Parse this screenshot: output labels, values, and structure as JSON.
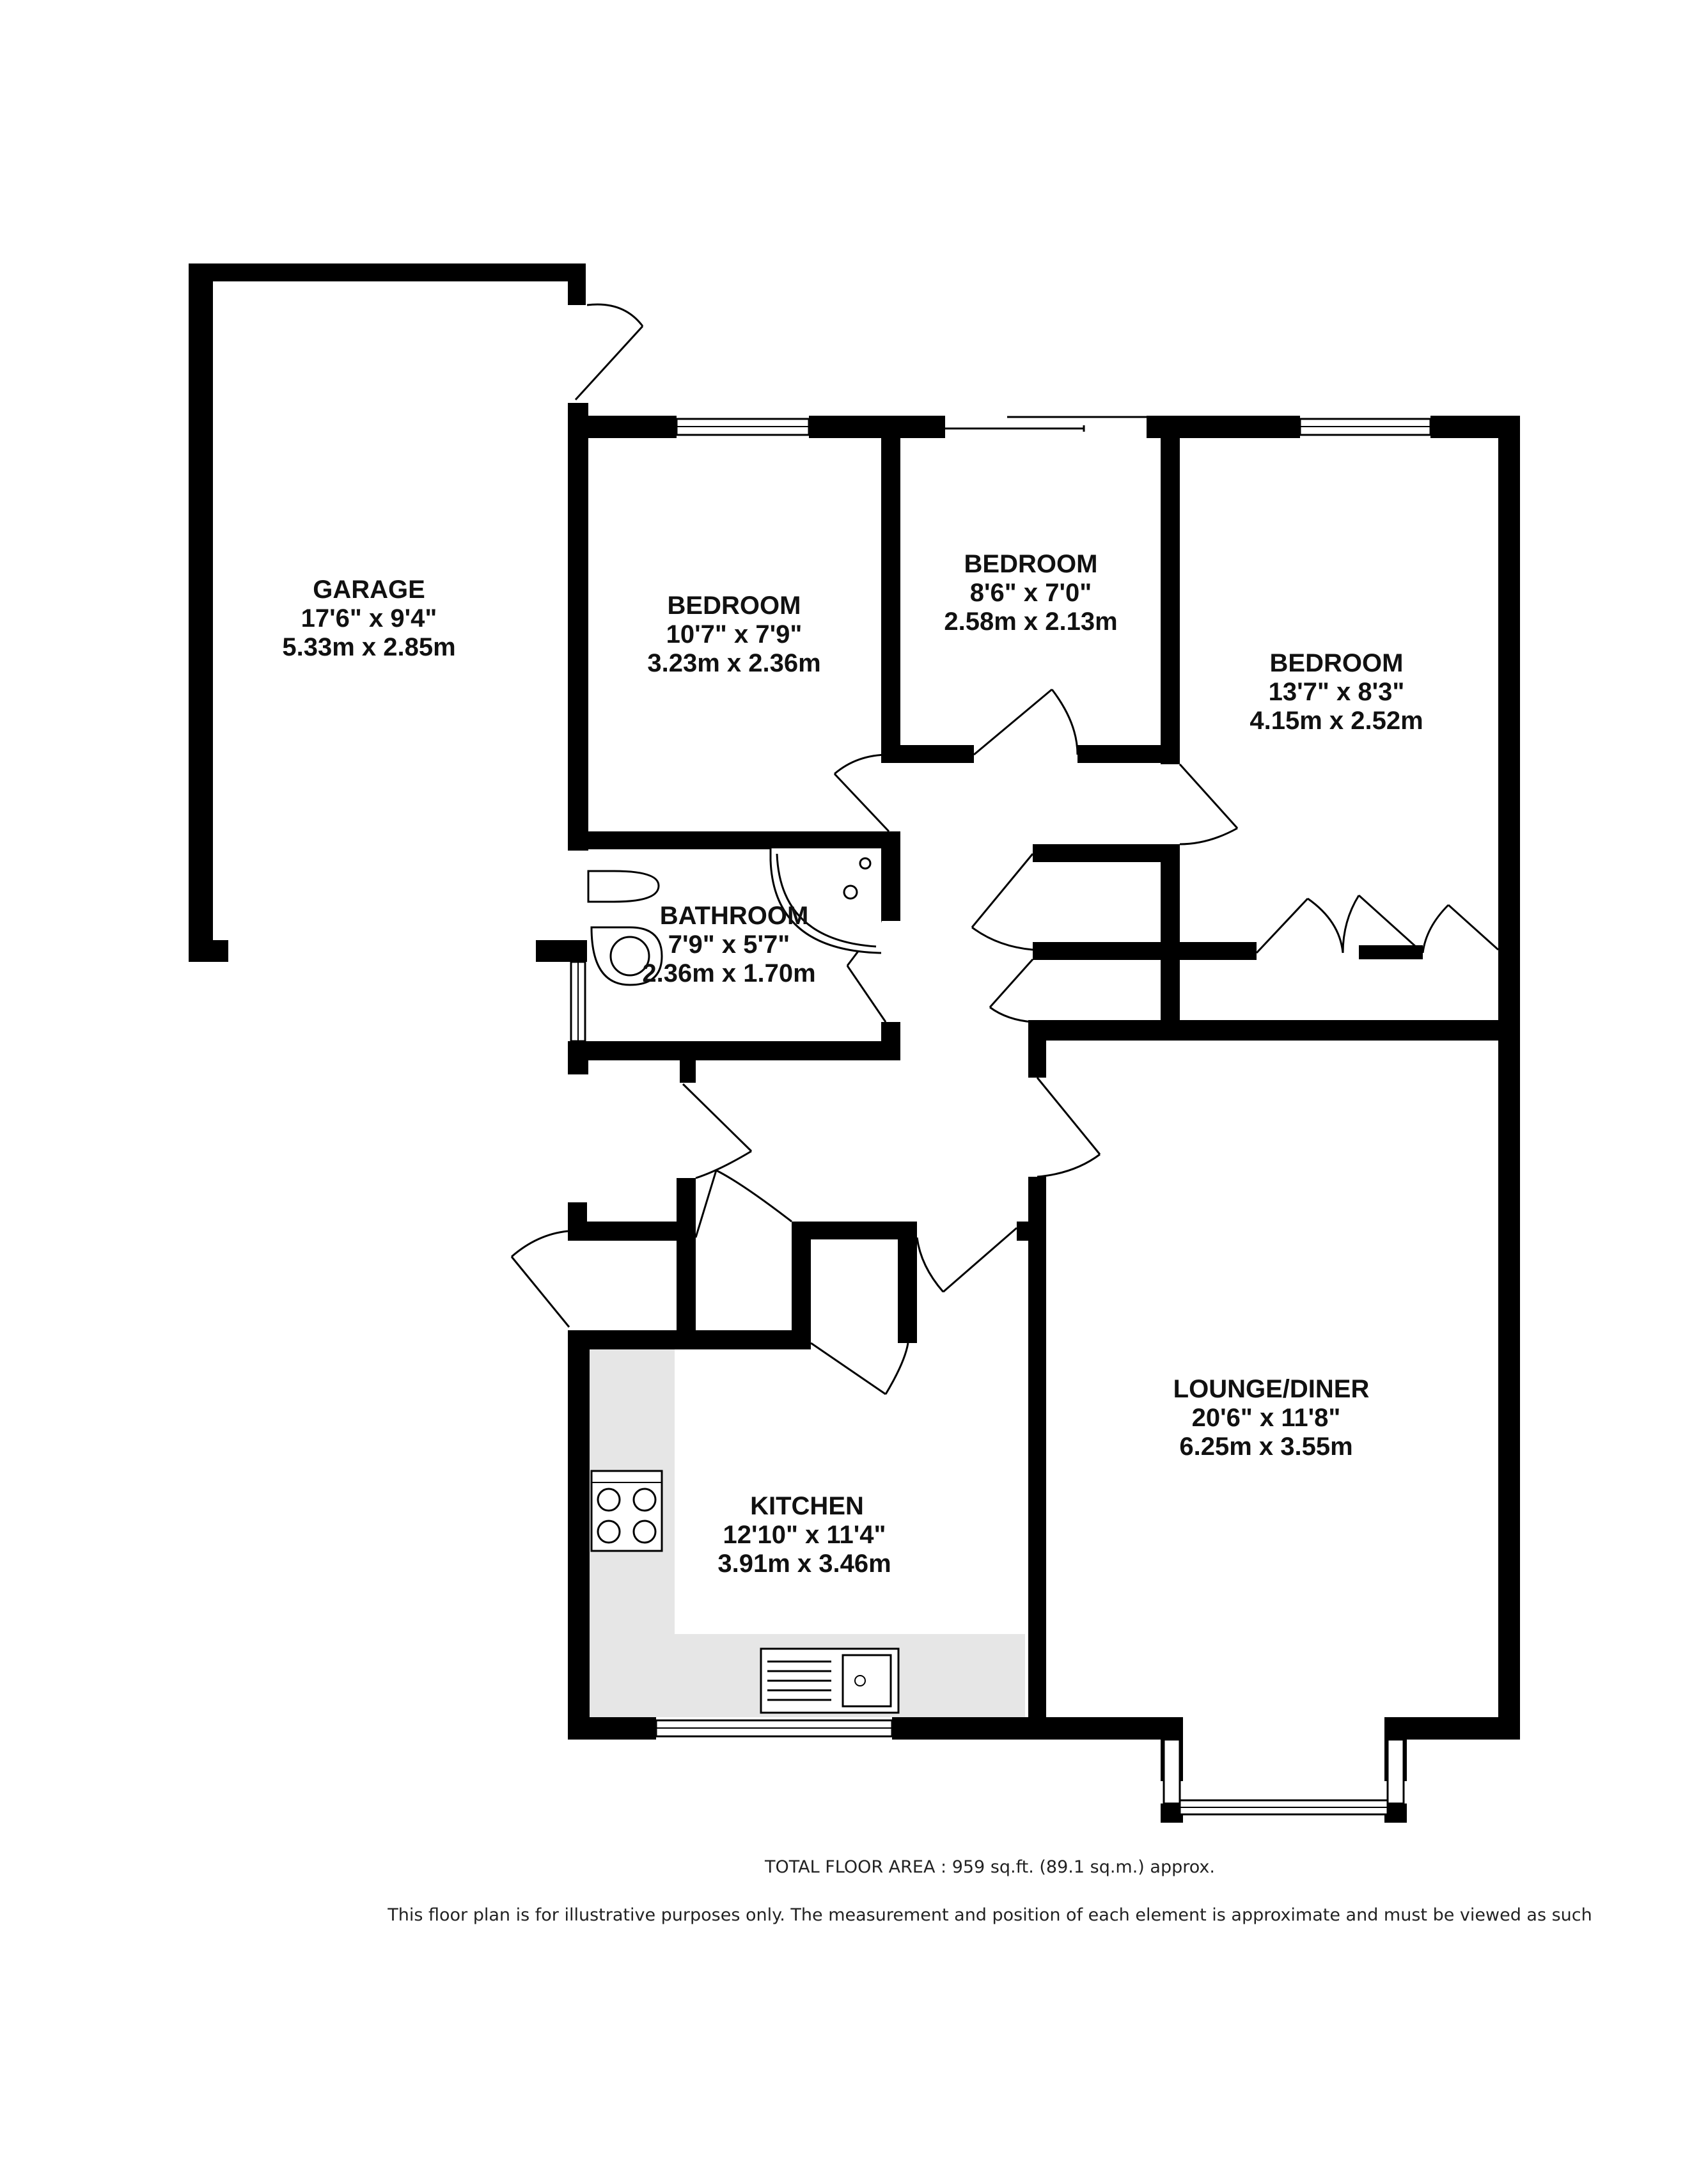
{
  "rooms": {
    "garage": {
      "name": "GARAGE",
      "imperial": "17'6\"  x 9'4\"",
      "metric": "5.33m  x 2.85m"
    },
    "bedroom1": {
      "name": "BEDROOM",
      "imperial": "10'7\"  x 7'9\"",
      "metric": "3.23m  x 2.36m"
    },
    "bedroom2": {
      "name": "BEDROOM",
      "imperial": "8'6\"  x 7'0\"",
      "metric": "2.58m  x 2.13m"
    },
    "bedroom3": {
      "name": "BEDROOM",
      "imperial": "13'7\"  x 8'3\"",
      "metric": "4.15m  x 2.52m"
    },
    "bathroom": {
      "name": "BATHROOM",
      "imperial": "7'9\"  x 5'7\"",
      "metric": "2.36m  x 1.70m"
    },
    "kitchen": {
      "name": "KITCHEN",
      "imperial": "12'10\"  x 11'4\"",
      "metric": "3.91m  x 3.46m"
    },
    "lounge": {
      "name": "LOUNGE/DINER",
      "imperial": "20'6\"  x 11'8\"",
      "metric": "6.25m  x 3.55m"
    }
  },
  "footer": {
    "total_area": "TOTAL FLOOR AREA : 959 sq.ft. (89.1 sq.m.) approx.",
    "disclaimer": "This floor plan is for illustrative purposes only. The measurement and position of each element is approximate and must be viewed as such"
  },
  "colors": {
    "wall": "#000000",
    "counter": "#e6e6e6"
  }
}
